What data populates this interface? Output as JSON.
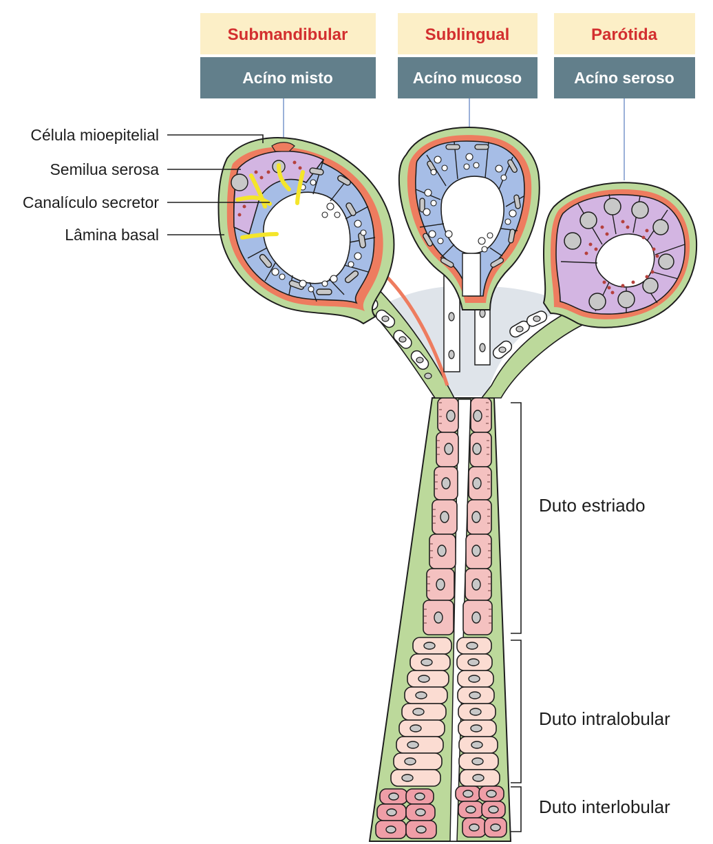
{
  "glands": [
    {
      "name": "Submandibular",
      "acinus": "Acíno misto"
    },
    {
      "name": "Sublingual",
      "acinus": "Acíno mucoso"
    },
    {
      "name": "Parótida",
      "acinus": "Acíno seroso"
    }
  ],
  "structures": {
    "myoepithelial": "Célula mioepitelial",
    "serous_demilune": "Semilua serosa",
    "canaliculus": "Canalículo secretor",
    "basal_lamina": "Lâmina basal"
  },
  "ducts": {
    "striated": "Duto estriado",
    "intralobular": "Duto intralobular",
    "interlobular": "Duto interlobular"
  },
  "colors": {
    "gland_name_text": "#d32f2f",
    "gland_header_bg": "#fcefc7",
    "acinus_header_bg": "#627f8b",
    "acinus_header_text": "#ffffff",
    "mucous_cell": "#a6bde6",
    "serous_cell": "#d3b5e2",
    "striated_cell": "#f4c1c0",
    "intralobular_cell": "#fbdcd2",
    "interlobular_cell": "#ef9ea7",
    "connective_tissue": "#bcd99b",
    "myoepithelial_cell": "#ee7c5f",
    "canaliculus": "#f4e52b",
    "lumen": "#dfe4ea",
    "leader_line": "#9ab0d8"
  }
}
